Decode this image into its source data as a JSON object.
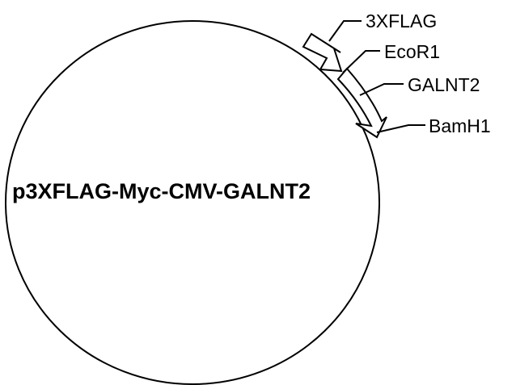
{
  "plasmid": {
    "name": "p3XFLAG-Myc-CMV-GALNT2"
  },
  "features": [
    {
      "id": "3xflag",
      "label": "3XFLAG",
      "kind": "arrow-feature"
    },
    {
      "id": "ecor1",
      "label": "EcoR1",
      "kind": "restriction-site"
    },
    {
      "id": "galnt2",
      "label": "GALNT2",
      "kind": "arrow-feature"
    },
    {
      "id": "bamh1",
      "label": "BamH1",
      "kind": "restriction-site"
    }
  ],
  "colors": {
    "line": "#000000",
    "background": "#ffffff"
  }
}
